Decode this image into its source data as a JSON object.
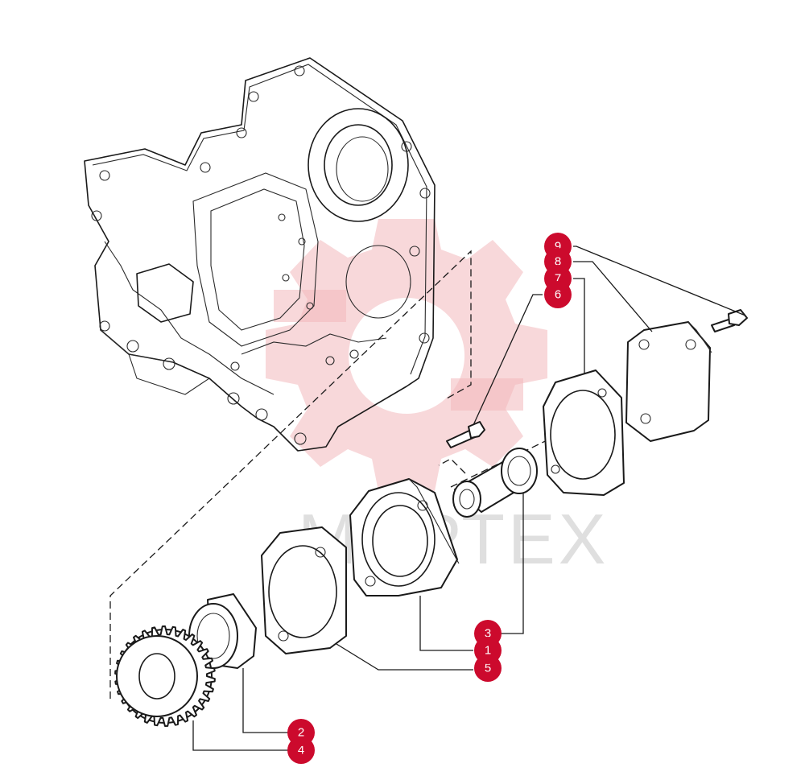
{
  "watermark": {
    "text": "МИРТЕХ"
  },
  "callouts": [
    {
      "label": "9"
    },
    {
      "label": "8"
    },
    {
      "label": "7"
    },
    {
      "label": "6"
    },
    {
      "label": "3"
    },
    {
      "label": "1"
    },
    {
      "label": "5"
    },
    {
      "label": "2"
    },
    {
      "label": "4"
    }
  ],
  "colors": {
    "callout": "#cc0a2d",
    "watermark": "#f2b8bc"
  }
}
